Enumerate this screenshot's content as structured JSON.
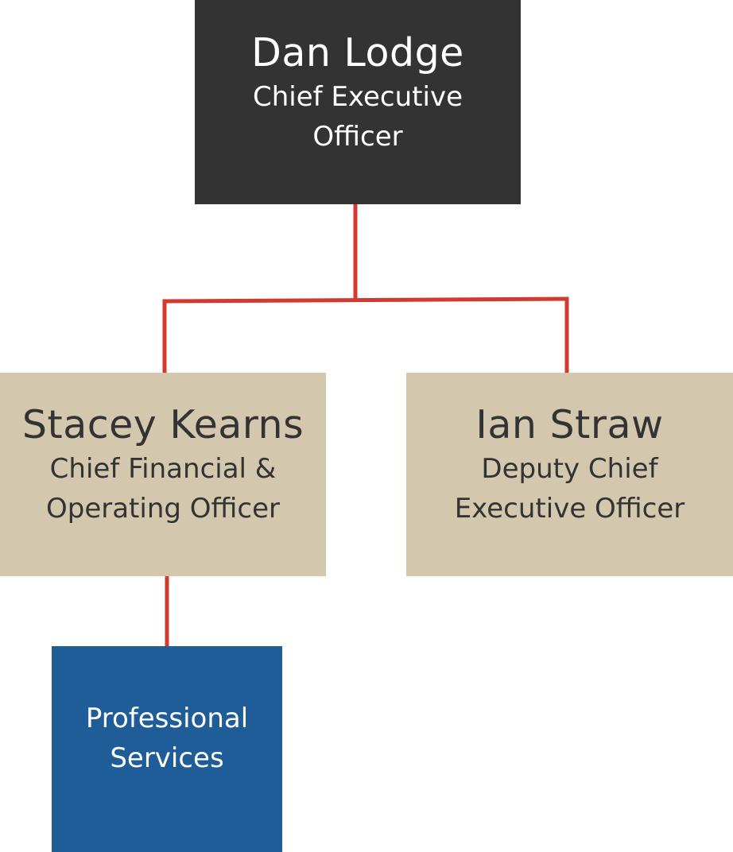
{
  "org_chart": {
    "ceo": {
      "name": "Dan Lodge",
      "role": "Chief Executive\nOfficer"
    },
    "cfo": {
      "name": "Stacey Kearns",
      "role": "Chief Financial &\nOperating Officer"
    },
    "deputy_ceo": {
      "name": "Ian Straw",
      "role": "Deputy Chief\nExecutive Officer"
    },
    "professional_services": {
      "label": "Professional\nServices"
    }
  },
  "colors": {
    "ceo_box": "#333333",
    "exec_box": "#d3c8ae",
    "unit_box": "#1f5d99",
    "connector": "#d13a2f"
  }
}
